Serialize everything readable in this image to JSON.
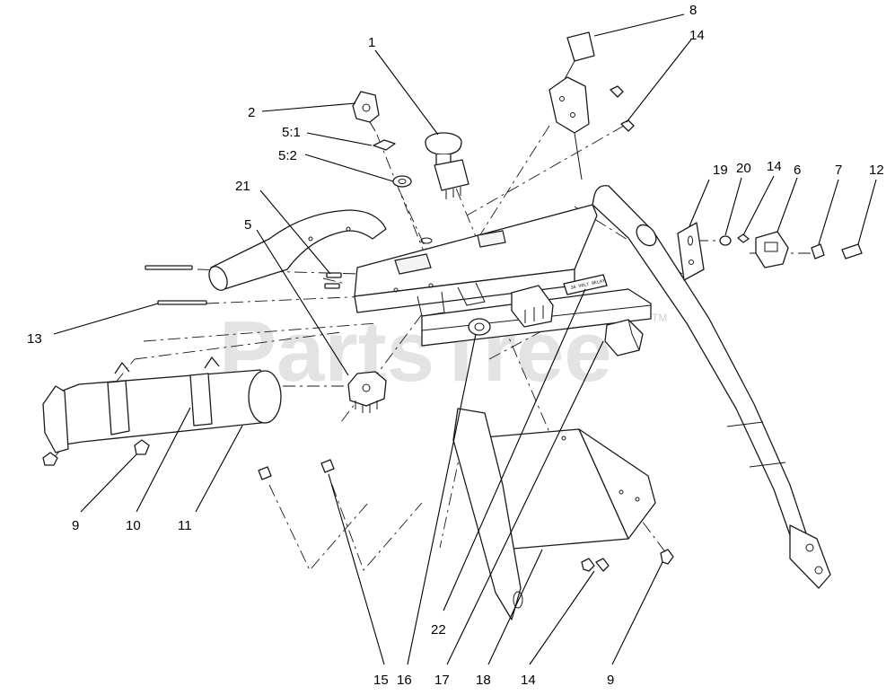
{
  "watermark": {
    "text": "PartsTree",
    "tm": "TM"
  },
  "relay_label": "36 VOLT RELAY",
  "callouts": [
    {
      "id": "c-1",
      "label": "1"
    },
    {
      "id": "c-2",
      "label": "2"
    },
    {
      "id": "c-5-1",
      "label": "5:1"
    },
    {
      "id": "c-5-2",
      "label": "5:2"
    },
    {
      "id": "c-21",
      "label": "21"
    },
    {
      "id": "c-5",
      "label": "5"
    },
    {
      "id": "c-13",
      "label": "13"
    },
    {
      "id": "c-9-left",
      "label": "9"
    },
    {
      "id": "c-10",
      "label": "10"
    },
    {
      "id": "c-11",
      "label": "11"
    },
    {
      "id": "c-8",
      "label": "8"
    },
    {
      "id": "c-14-top",
      "label": "14"
    },
    {
      "id": "c-19",
      "label": "19"
    },
    {
      "id": "c-20",
      "label": "20"
    },
    {
      "id": "c-14-right",
      "label": "14"
    },
    {
      "id": "c-6",
      "label": "6"
    },
    {
      "id": "c-7",
      "label": "7"
    },
    {
      "id": "c-12",
      "label": "12"
    },
    {
      "id": "c-22",
      "label": "22"
    },
    {
      "id": "c-15",
      "label": "15"
    },
    {
      "id": "c-16",
      "label": "16"
    },
    {
      "id": "c-17",
      "label": "17"
    },
    {
      "id": "c-18",
      "label": "18"
    },
    {
      "id": "c-14-bottom",
      "label": "14"
    },
    {
      "id": "c-9-bottom",
      "label": "9"
    }
  ]
}
